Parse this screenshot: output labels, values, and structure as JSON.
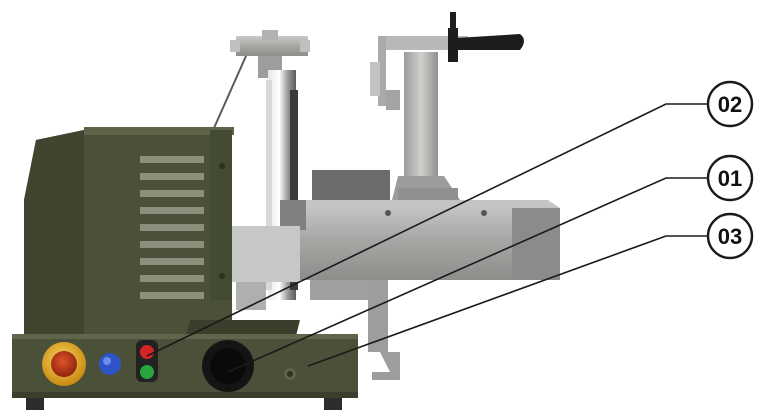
{
  "callouts": [
    {
      "label": "02"
    },
    {
      "label": "01"
    },
    {
      "label": "03"
    }
  ],
  "colors": {
    "machine_body": "#4a5138",
    "metal": "#a7a9a6",
    "handle": "#1d1d1d",
    "emergency_stop_button": "#d9a11a",
    "blue_button": "#2f54c9",
    "red_light": "#d42424",
    "green_light": "#28a53c",
    "knob": "#141414"
  }
}
